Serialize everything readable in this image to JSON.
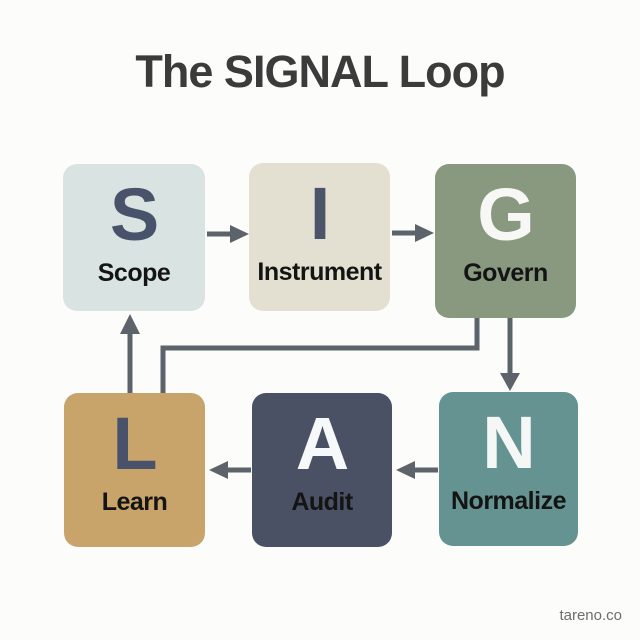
{
  "title": "The SIGNAL Loop",
  "watermark": "tareno.co",
  "colors": {
    "background": "#fcfcfb",
    "title_text": "#3b3b3b",
    "connector": "#5c636b",
    "label_text": "#141414"
  },
  "nodes": [
    {
      "id": "scope",
      "letter": "S",
      "label": "Scope",
      "fill": "#d9e3e1",
      "letter_color": "#48526a"
    },
    {
      "id": "instrument",
      "letter": "I",
      "label": "Instrument",
      "fill": "#e4e0d1",
      "letter_color": "#4b5468"
    },
    {
      "id": "govern",
      "letter": "G",
      "label": "Govern",
      "fill": "#88997f",
      "letter_color": "#f7f8f5"
    },
    {
      "id": "learn",
      "letter": "L",
      "label": "Learn",
      "fill": "#c9a46a",
      "letter_color": "#48526a"
    },
    {
      "id": "audit",
      "letter": "A",
      "label": "Audit",
      "fill": "#4b5164",
      "letter_color": "#f7f8f9"
    },
    {
      "id": "normalize",
      "letter": "N",
      "label": "Normalize",
      "fill": "#659392",
      "letter_color": "#f5f7f6"
    }
  ],
  "connections": [
    {
      "from": "scope",
      "to": "instrument",
      "type": "arrow",
      "direction": "right"
    },
    {
      "from": "instrument",
      "to": "govern",
      "type": "arrow",
      "direction": "right"
    },
    {
      "from": "govern",
      "to": "normalize",
      "type": "arrow",
      "direction": "down"
    },
    {
      "from": "govern",
      "to": "learn",
      "type": "elbow-line",
      "direction": "down-left-down",
      "arrowhead": false
    },
    {
      "from": "normalize",
      "to": "audit",
      "type": "arrow",
      "direction": "left"
    },
    {
      "from": "audit",
      "to": "learn",
      "type": "arrow",
      "direction": "left"
    },
    {
      "from": "learn",
      "to": "scope",
      "type": "arrow",
      "direction": "up"
    }
  ]
}
